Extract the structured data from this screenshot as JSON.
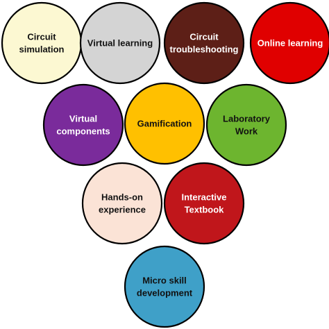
{
  "nodes": [
    {
      "id": "circuit-simulation",
      "lines": [
        "Circuit",
        "simulation"
      ],
      "fill": "#fcf8d2",
      "text_color": "#111111"
    },
    {
      "id": "virtual-learning",
      "lines": [
        "Virtual learning"
      ],
      "fill": "#d4d4d4",
      "text_color": "#111111"
    },
    {
      "id": "circuit-troubleshooting",
      "lines": [
        "Circuit",
        "troubleshooting"
      ],
      "fill": "#5d1f17",
      "text_color": "#ffffff"
    },
    {
      "id": "online-learning",
      "lines": [
        "Online learning"
      ],
      "fill": "#e00000",
      "text_color": "#ffffff"
    },
    {
      "id": "virtual-components",
      "lines": [
        "Virtual",
        "components"
      ],
      "fill": "#7a2b9b",
      "text_color": "#ffffff"
    },
    {
      "id": "gamification",
      "lines": [
        "Gamification"
      ],
      "fill": "#ffc000",
      "text_color": "#111111"
    },
    {
      "id": "laboratory-work",
      "lines": [
        "Laboratory",
        "Work"
      ],
      "fill": "#6db52f",
      "text_color": "#111111"
    },
    {
      "id": "hands-on-experience",
      "lines": [
        "Hands-on",
        "experience"
      ],
      "fill": "#fbe3d6",
      "text_color": "#111111"
    },
    {
      "id": "interactive-textbook",
      "lines": [
        "Interactive",
        "Textbook"
      ],
      "fill": "#c0161b",
      "text_color": "#ffffff"
    },
    {
      "id": "micro-skill-development",
      "lines": [
        "Micro skill",
        "development"
      ],
      "fill": "#3fa0c8",
      "text_color": "#111111"
    }
  ]
}
